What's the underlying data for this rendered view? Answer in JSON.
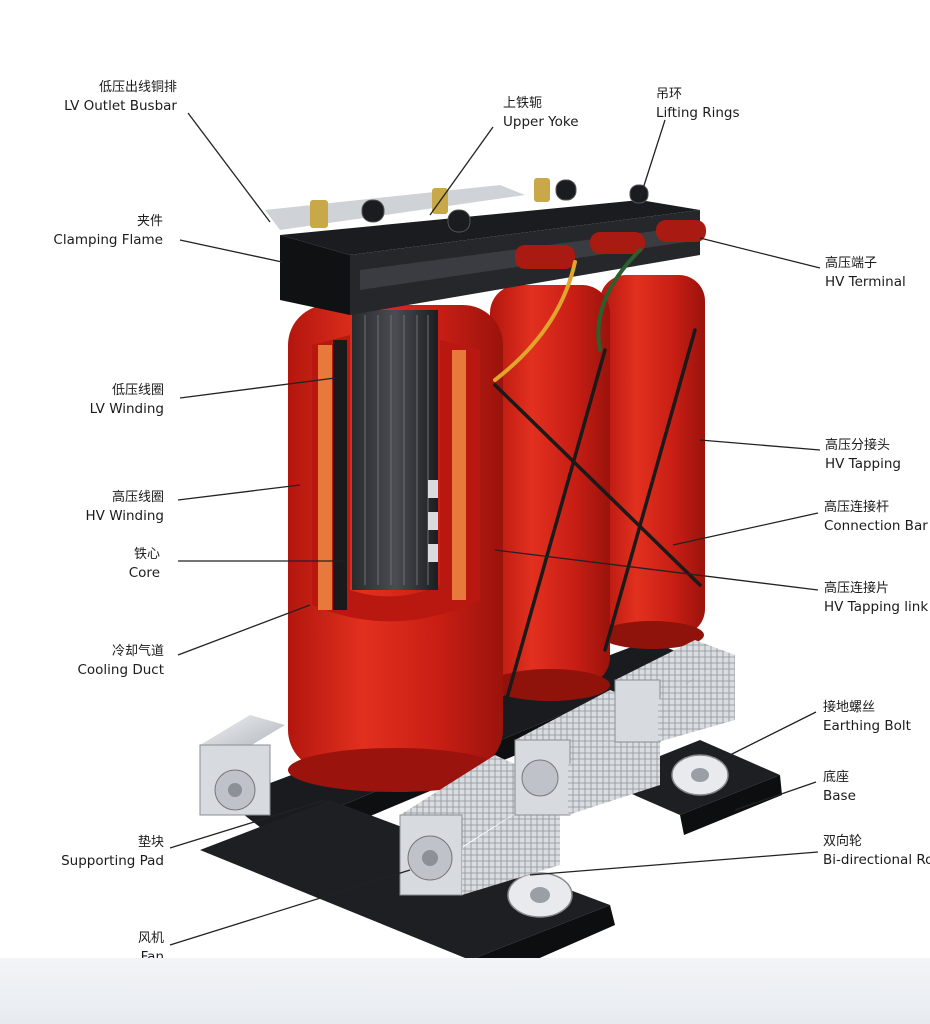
{
  "labels": {
    "lv_outlet_busbar": {
      "zh": "低压出线铜排",
      "en": "LV Outlet Busbar"
    },
    "upper_yoke": {
      "zh": "上铁轭",
      "en": "Upper Yoke"
    },
    "lifting_rings": {
      "zh": "吊环",
      "en": "Lifting Rings"
    },
    "clamping_flame": {
      "zh": "夹件",
      "en": "Clamping Flame"
    },
    "hv_terminal": {
      "zh": "高压端子",
      "en": "HV Terminal"
    },
    "lv_winding": {
      "zh": "低压线圈",
      "en": "LV Winding"
    },
    "hv_tapping": {
      "zh": "高压分接头",
      "en": "HV Tapping"
    },
    "hv_winding": {
      "zh": "高压线圈",
      "en": "HV Winding"
    },
    "connection_bar": {
      "zh": "高压连接杆",
      "en": "Connection Bar"
    },
    "core": {
      "zh": "铁心",
      "en": "Core"
    },
    "hv_tapping_link": {
      "zh": "高压连接片",
      "en": "HV Tapping link"
    },
    "cooling_duct": {
      "zh": "冷却气道",
      "en": "Cooling Duct"
    },
    "earthing_bolt": {
      "zh": "接地螺丝",
      "en": "Earthing Bolt"
    },
    "base": {
      "zh": "底座",
      "en": "Base"
    },
    "supporting_pad": {
      "zh": "垫块",
      "en": "Supporting Pad"
    },
    "bi_directional_roller": {
      "zh": "双向轮",
      "en": "Bi-directional Rol"
    },
    "fan": {
      "zh": "风机",
      "en": "Fan"
    }
  },
  "colors": {
    "coil_red": "#d8261c",
    "coil_dark": "#a8170f",
    "steel_black": "#1e1f22",
    "fan_silver": "#c9ccd1",
    "leader": "#222222"
  }
}
